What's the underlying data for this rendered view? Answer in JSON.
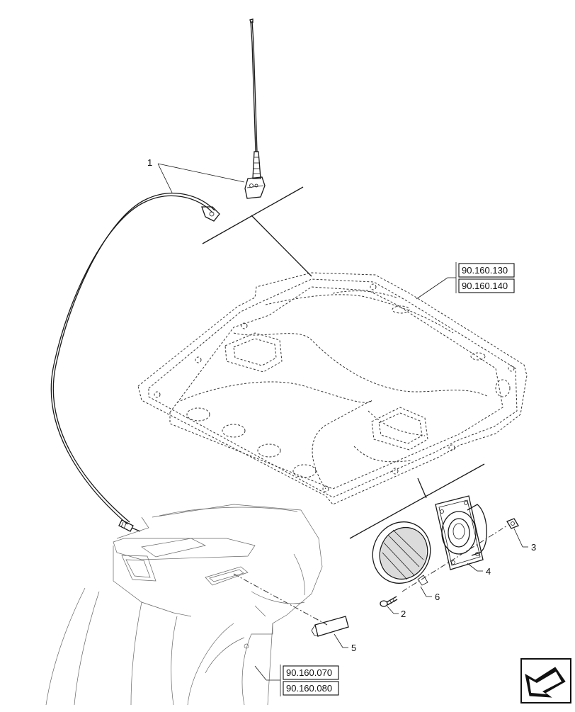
{
  "callouts": {
    "antenna_kit": "1",
    "screw": "2",
    "clip": "3",
    "speaker": "4",
    "cover_plate": "5",
    "speaker_grille": "6"
  },
  "references": {
    "roof_upper": "90.160.130",
    "roof_lower": "90.160.140",
    "post_upper": "90.160.070",
    "post_lower": "90.160.080"
  },
  "icons": {
    "nav": "direction-arrow-icon"
  }
}
